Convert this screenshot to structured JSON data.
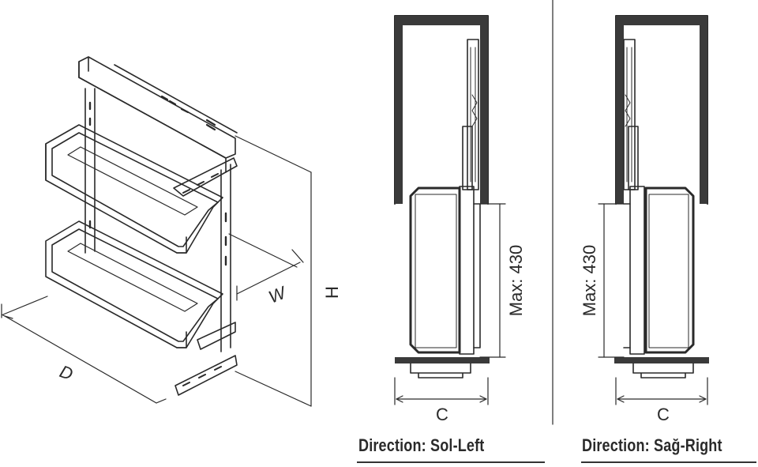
{
  "labels": {
    "depth": "D",
    "width": "W",
    "height": "H",
    "left_max": "Max: 430",
    "right_max": "Max: 430",
    "left_c": "C",
    "right_c": "C"
  },
  "captions": {
    "left": "Direction: Sol-Left",
    "right": "Direction: Sağ-Right"
  },
  "colors": {
    "line": "#2a2a2a",
    "cabinet": "#3a3a3a"
  }
}
